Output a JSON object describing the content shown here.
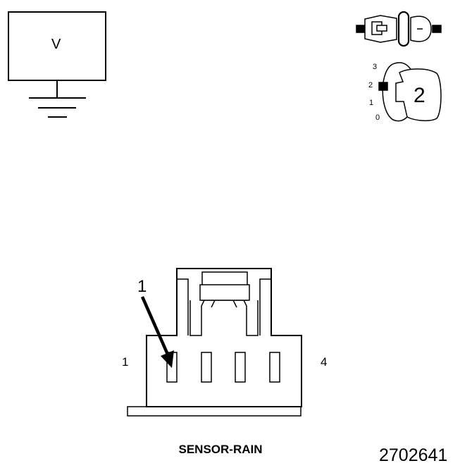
{
  "voltmeter": {
    "label": "V"
  },
  "ignition_key": {
    "positions": [
      "3",
      "2",
      "1",
      "0"
    ],
    "selected": "2"
  },
  "connector": {
    "pin_left_label": "1",
    "pin_right_label": "4",
    "callout": "1",
    "caption": "SENSOR-RAIN"
  },
  "figure_number": "2702641",
  "colors": {
    "line": "#000000",
    "background": "#ffffff"
  }
}
